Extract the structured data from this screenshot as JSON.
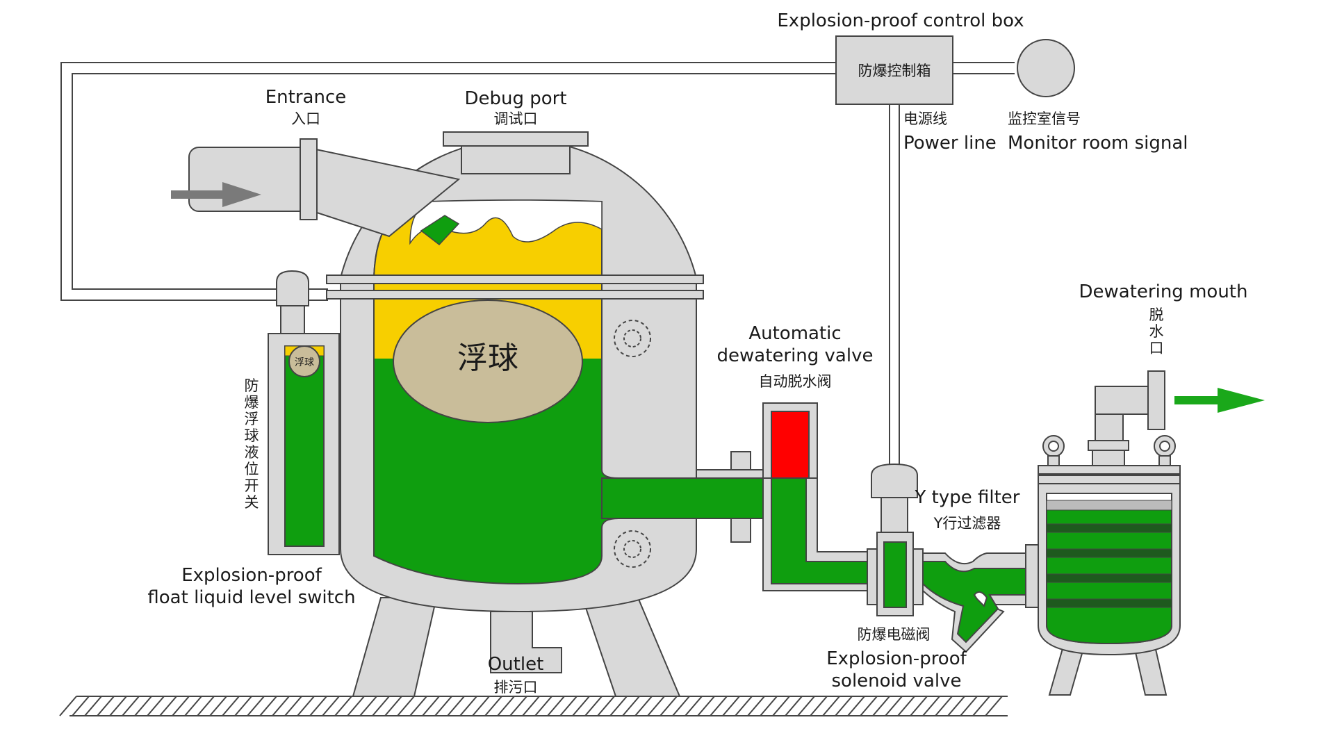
{
  "labels": {
    "control_box_title": "Explosion-proof control box",
    "control_box_cn": "防爆控制箱",
    "entrance_en": "Entrance",
    "entrance_cn": "入口",
    "debug_en": "Debug port",
    "debug_cn": "调试口",
    "power_cn": "电源线",
    "power_en": "Power line",
    "monitor_cn": "监控室信号",
    "monitor_en": "Monitor room signal",
    "float_big": "浮球",
    "float_small": "浮球",
    "level_switch_cn": [
      "防",
      "爆",
      "浮",
      "球",
      "液",
      "位",
      "开",
      "关"
    ],
    "level_switch_en_1": "Explosion-proof",
    "level_switch_en_2": "float liquid level switch",
    "auto_valve_en_1": "Automatic",
    "auto_valve_en_2": "dewatering valve",
    "auto_valve_cn": "自动脱水阀",
    "y_filter_en": "Y type filter",
    "y_filter_cn": "Y行过滤器",
    "solenoid_cn": "防爆电磁阀",
    "solenoid_en_1": "Explosion-proof",
    "solenoid_en_2": "solenoid valve",
    "outlet_en": "Outlet",
    "outlet_cn": "排污口",
    "dewater_mouth_en": "Dewatering mouth",
    "dewater_mouth_cn": [
      "脱",
      "水",
      "口"
    ]
  },
  "colors": {
    "water": "#0f9e0f",
    "oil": "#f7cf00",
    "float": "#c9bd9a",
    "valve_red": "#ff0000",
    "metal": "#d9d9d9",
    "arrow_grey": "#7a7a7a",
    "arrow_green": "#1aa81a"
  }
}
